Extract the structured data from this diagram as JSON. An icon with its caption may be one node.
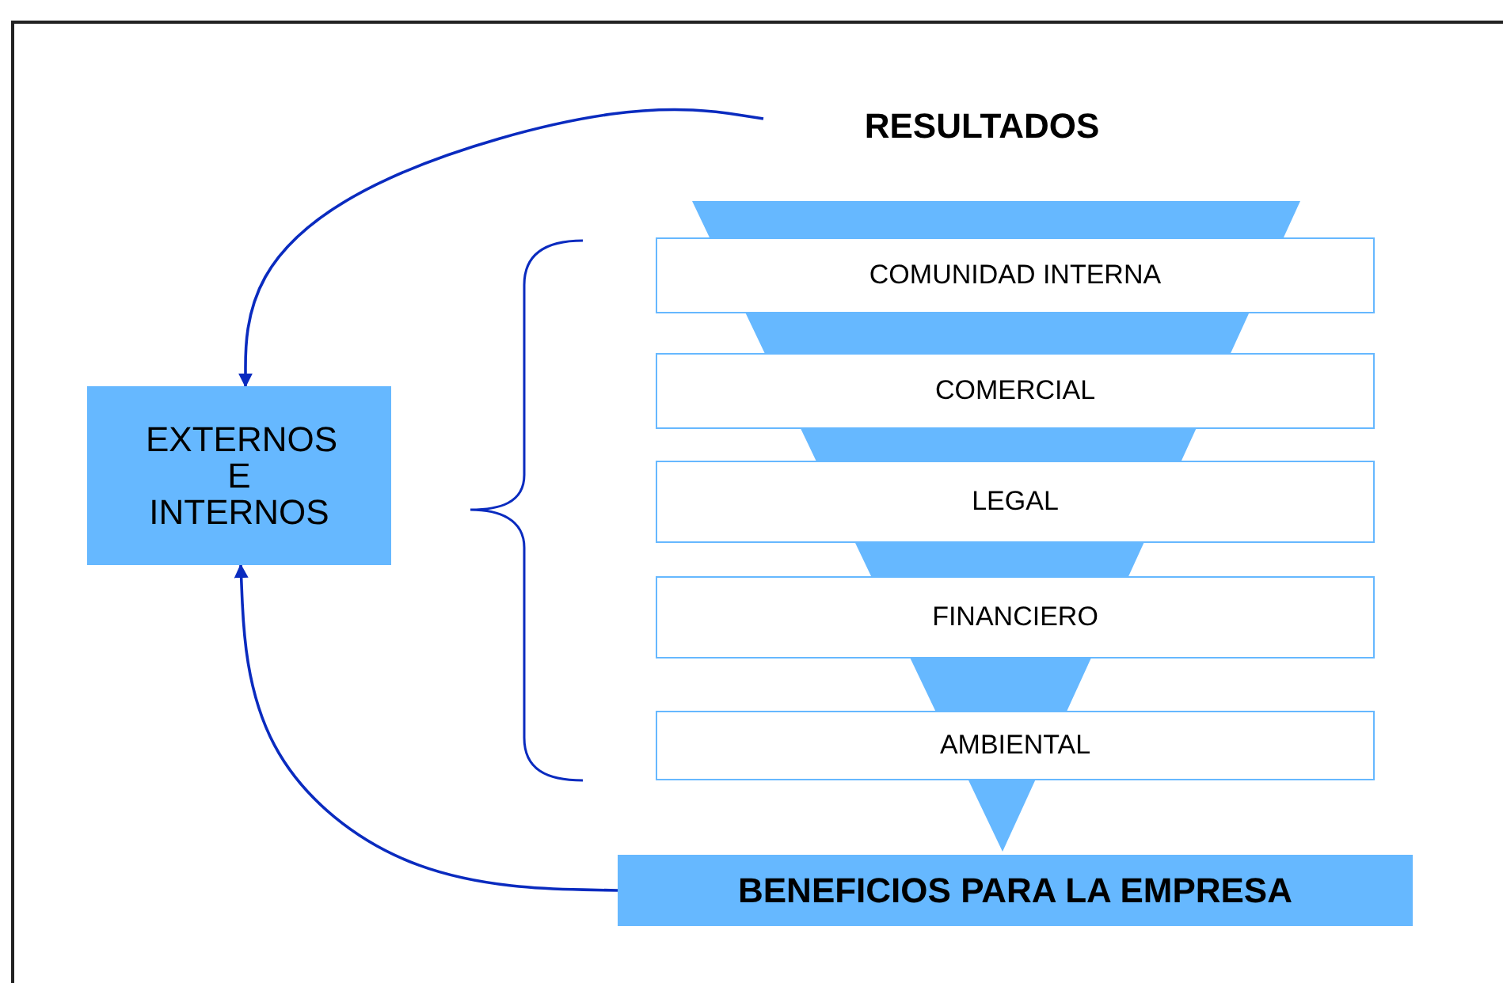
{
  "diagram": {
    "nodes": [
      {
        "text": [
          "RESULTADOS"
        ]
      },
      {
        "text": [
          "EXTERNOS E INTERNOS"
        ]
      },
      {
        "text": [
          "COMUNIDAD INTERNA"
        ]
      },
      {
        "text": [
          "COMERCIAL"
        ]
      },
      {
        "text": [
          "LEGAL"
        ]
      },
      {
        "text": [
          "FINANCIERO"
        ]
      },
      {
        "text": [
          "AMBIENTAL"
        ]
      },
      {
        "text": [
          "BENEFICIOS PARA LA EMPRESA"
        ]
      }
    ],
    "edges": [
      {
        "from": 0,
        "to": 1,
        "arrow": "to"
      },
      {
        "from": 7,
        "to": 1,
        "arrow": "to"
      }
    ]
  }
}
